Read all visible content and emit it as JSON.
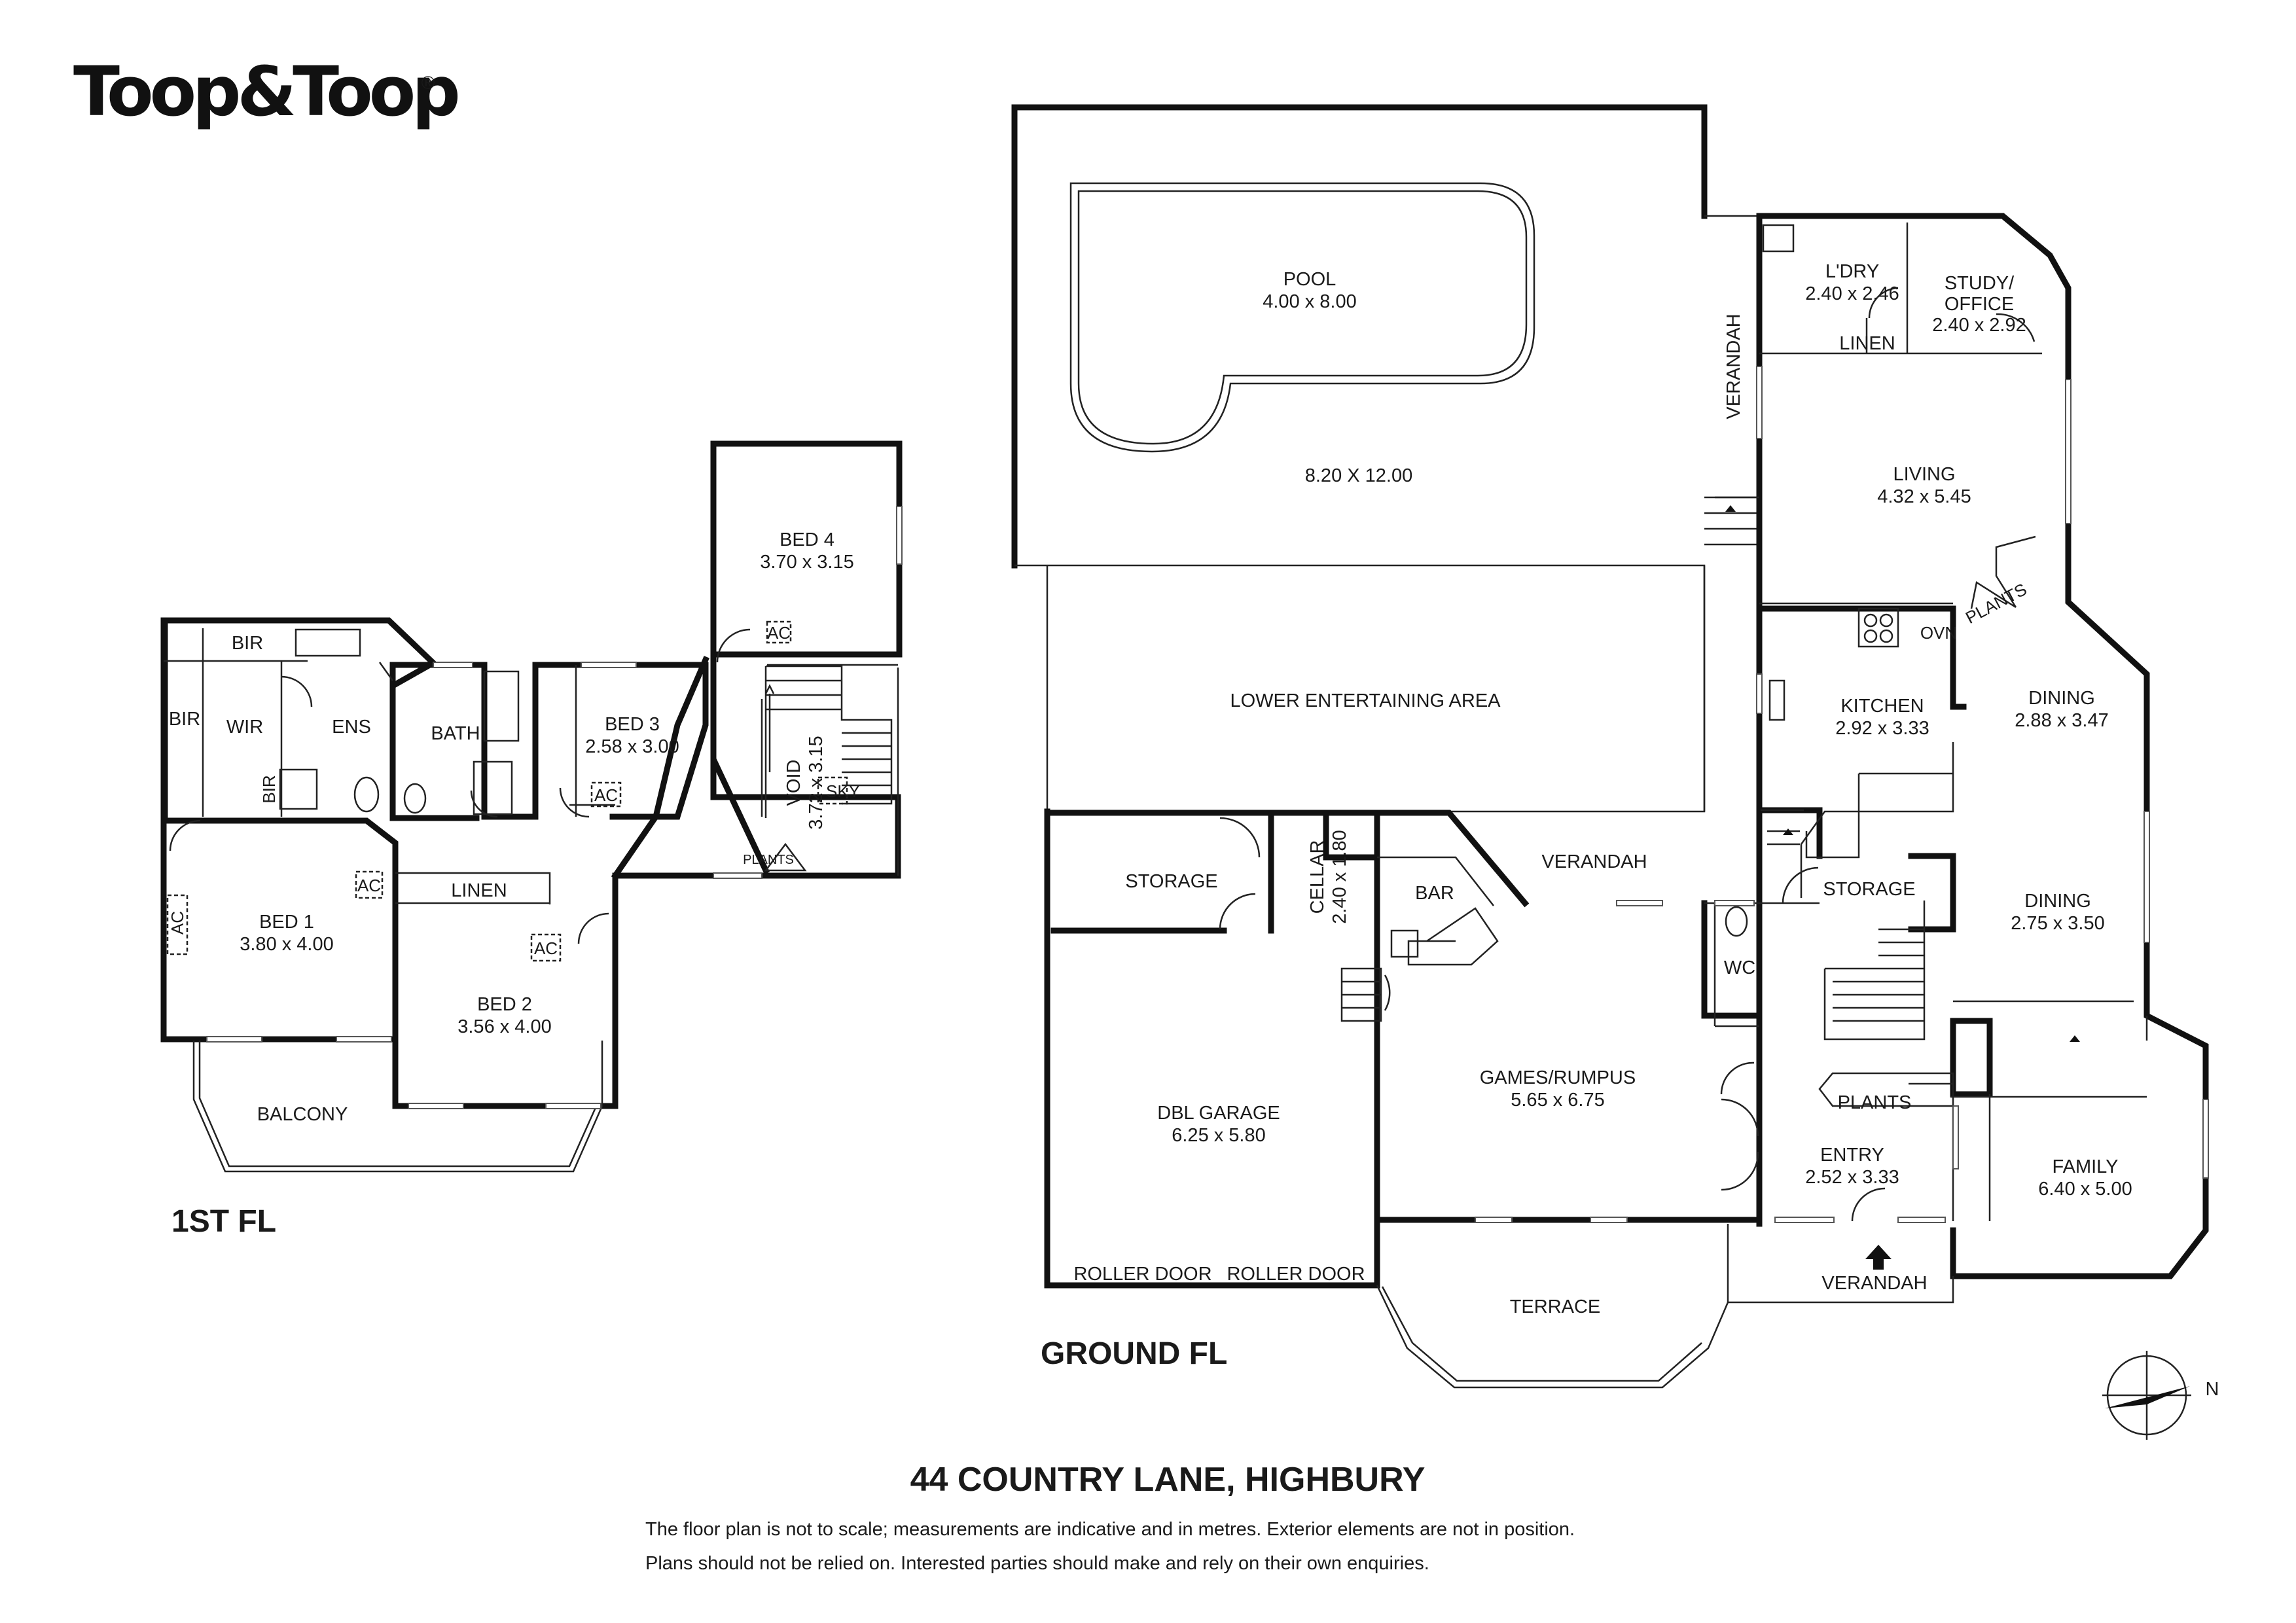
{
  "brand": {
    "logo_text": "Toop&Toop",
    "registered_mark": "®"
  },
  "floors": {
    "first": {
      "label": "1ST FL",
      "rooms": [
        {
          "name": "BED 4",
          "dims": "3.70 x 3.15"
        },
        {
          "name": "BED 3",
          "dims": "2.58 x 3.00"
        },
        {
          "name": "BED 1",
          "dims": "3.80 x 4.00"
        },
        {
          "name": "BED 2",
          "dims": "3.56 x 4.00"
        },
        {
          "name": "VOID",
          "dims": "3.72 x 3.15"
        }
      ],
      "spaces": {
        "bir_top": "BIR",
        "bir_left": "BIR",
        "bir_small": "BIR",
        "wir": "WIR",
        "ens": "ENS",
        "bath": "BATH",
        "linen": "LINEN",
        "balcony": "BALCONY",
        "sky": "SKY",
        "plants": "PLANTS"
      },
      "ac_label": "AC"
    },
    "ground": {
      "label": "GROUND FL",
      "pool": {
        "name": "POOL",
        "dims": "4.00 x 8.00",
        "area": "8.20 X 12.00"
      },
      "rooms": [
        {
          "name": "L'DRY",
          "dims": "2.40 x 2.46"
        },
        {
          "name": "STUDY/",
          "name2": "OFFICE",
          "dims": "2.40 x 2.92"
        },
        {
          "name": "LIVING",
          "dims": "4.32 x 5.45"
        },
        {
          "name": "KITCHEN",
          "dims": "2.92 x 3.33"
        },
        {
          "name": "DINING",
          "dims": "2.88 x 3.47"
        },
        {
          "name": "DINING",
          "dims": "2.75 x 3.50"
        },
        {
          "name": "FAMILY",
          "dims": "6.40 x 5.00"
        },
        {
          "name": "ENTRY",
          "dims": "2.52 x 3.33"
        },
        {
          "name": "GAMES/RUMPUS",
          "dims": "5.65 x 6.75"
        },
        {
          "name": "DBL GARAGE",
          "dims": "6.25 x 5.80"
        },
        {
          "name": "CELLAR",
          "dims": "2.40 x 1.80"
        }
      ],
      "spaces": {
        "linen": "LINEN",
        "verandah": "VERANDAH",
        "lower_entertaining": "LOWER ENTERTAINING AREA",
        "storage": "STORAGE",
        "bar": "BAR",
        "wc": "WC",
        "plants": "PLANTS",
        "ovn": "OVN",
        "terrace": "TERRACE",
        "roller_door": "ROLLER DOOR"
      }
    }
  },
  "compass": {
    "north_label": "N"
  },
  "address": "44 COUNTRY LANE, HIGHBURY",
  "disclaimer": [
    "The floor plan is not to scale; measurements are indicative and in metres. Exterior elements are not in position.",
    "Plans should not be relied on. Interested parties should make and rely on their own enquiries."
  ]
}
